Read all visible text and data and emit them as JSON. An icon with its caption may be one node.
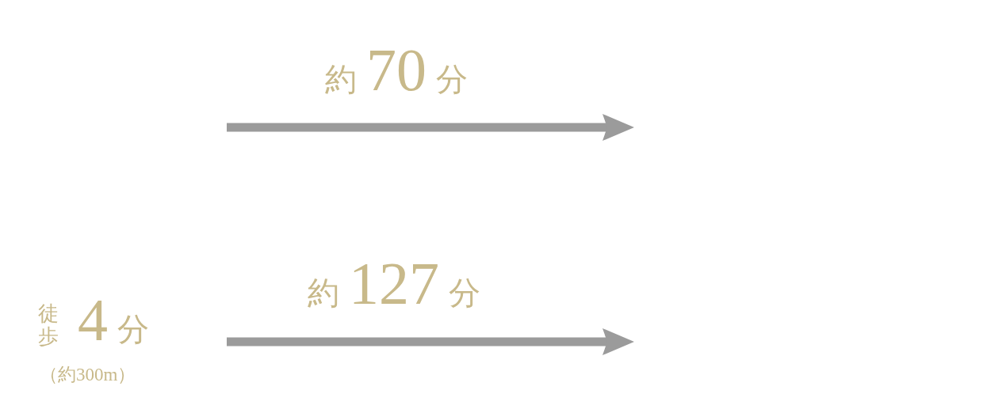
{
  "diagram": {
    "labels": [
      "約70分",
      "約127分",
      "徒歩",
      "4分",
      "（約300m）"
    ]
  }
}
